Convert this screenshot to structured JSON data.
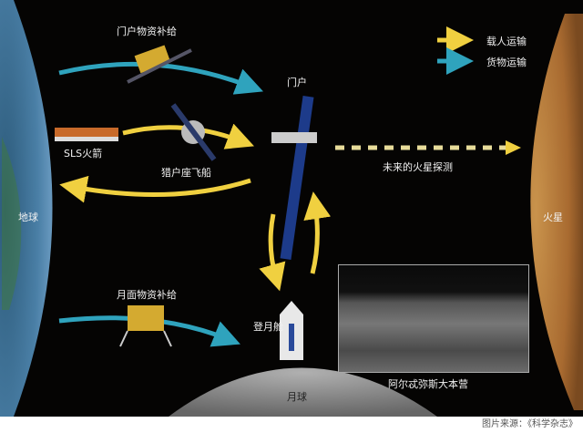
{
  "labels": {
    "gateway_supply": "门户物资补给",
    "sls": "SLS火箭",
    "orion": "猎户座飞船",
    "gateway": "门户",
    "mars_future": "未来的火星探测",
    "earth": "地球",
    "mars": "火星",
    "lunar_supply": "月面物资补给",
    "lander": "登月舱",
    "moon": "月球",
    "artemis_base": "阿尔忒弥斯大本营"
  },
  "legend": [
    {
      "label": "载人运输",
      "color": "#f0d040"
    },
    {
      "label": "货物运输",
      "color": "#2fa3bd"
    }
  ],
  "credit": "图片来源：《科学杂志》"
}
